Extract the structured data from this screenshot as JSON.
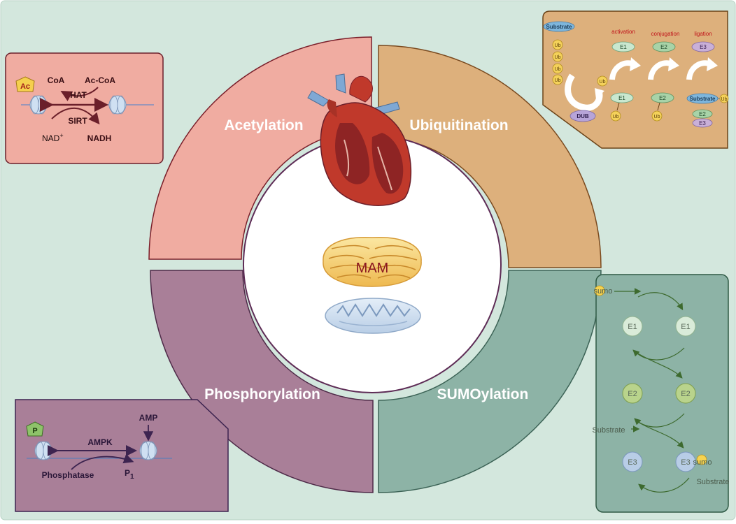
{
  "colors": {
    "background": "#d3e7dd",
    "acetylation": "#f0aca1",
    "ubiquitination": "#ddb07c",
    "phosphorylation": "#a97f98",
    "sumoylation": "#8db3a6",
    "outline_dark_red": "#7a1f2a",
    "ub_yellow": "#f4d15a",
    "e1_green": "#c9e8cf",
    "e2_green": "#a8d3a8",
    "e3_purple": "#c9b0d8",
    "dub_purple": "#b7a4d8",
    "substrate_blue": "#7eb6dc",
    "sumo_e1": "#d9ebd9",
    "sumo_e2": "#b9d38c",
    "sumo_e3": "#b8cde6",
    "sumo_yellow": "#f6d350"
  },
  "quadrants": {
    "acetylation": "Acetylation",
    "ubiquitination": "Ubiquitination",
    "phosphorylation": "Phosphorylation",
    "sumoylation": "SUMOylation"
  },
  "center": {
    "mam": "MAM",
    "heart_icon": "heart-icon",
    "er_icon": "endoplasmic-reticulum-icon",
    "mitochondrion_icon": "mitochondrion-icon"
  },
  "acetylation_panel": {
    "ac": "Ac",
    "coa": "CoA",
    "ac_coa": "Ac-CoA",
    "hat": "HAT",
    "sirt": "SIRT",
    "nad": "NAD",
    "nad_sup": "+",
    "nadh": "NADH"
  },
  "ubiquitination_panel": {
    "substrate": "Substrate",
    "ub": "Ub",
    "activation": "activation",
    "conjugation": "conjugation",
    "ligation": "ligation",
    "e1": "E1",
    "e2": "E2",
    "e3": "E3",
    "dub": "DUB",
    "substrate_ub": "Substrate",
    "substrate_ub_tag": "Ub"
  },
  "phosphorylation_panel": {
    "p": "P",
    "amp": "AMP",
    "ampk": "AMPK",
    "phosphatase": "Phosphatase",
    "pi": "P",
    "pi_sub": "1"
  },
  "sumoylation_panel": {
    "sumo": "sumo",
    "e1": "E1",
    "e2": "E2",
    "e3": "E3",
    "substrate_in": "Substrate",
    "substrate_out": "Substrate",
    "sumo_tag": "sumo"
  }
}
